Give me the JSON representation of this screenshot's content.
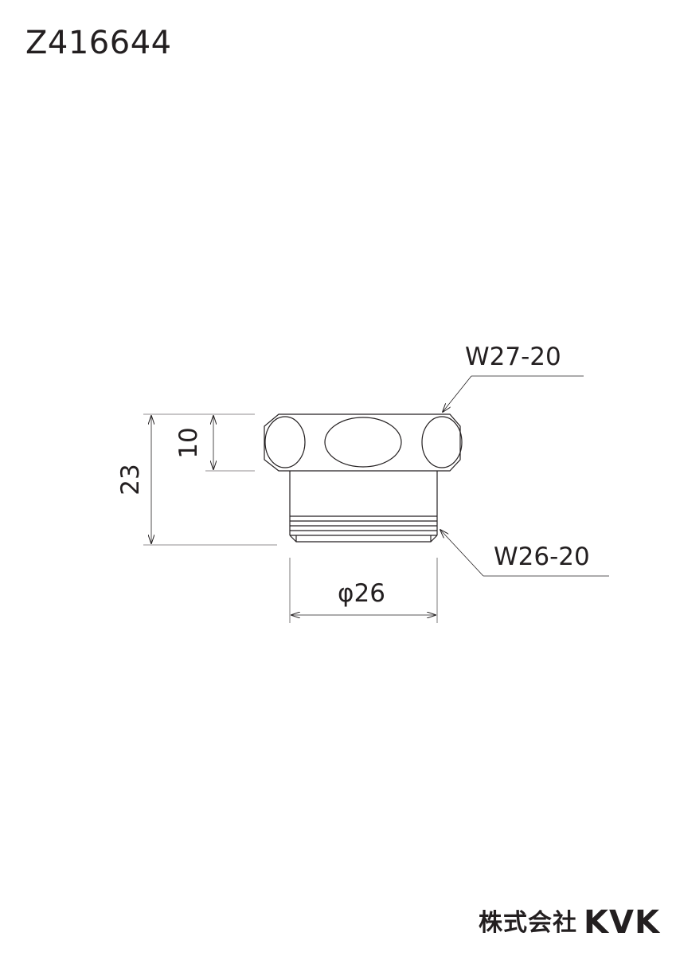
{
  "header": {
    "part_number": "Z416644"
  },
  "dimensions": {
    "top_thread": "W27-20",
    "bottom_thread": "W26-20",
    "total_height": "23",
    "nut_height": "10",
    "diameter": "φ26"
  },
  "footer": {
    "company_name": "株式会社",
    "brand": "KVK"
  },
  "colors": {
    "line": "#231f20",
    "background": "#ffffff"
  }
}
